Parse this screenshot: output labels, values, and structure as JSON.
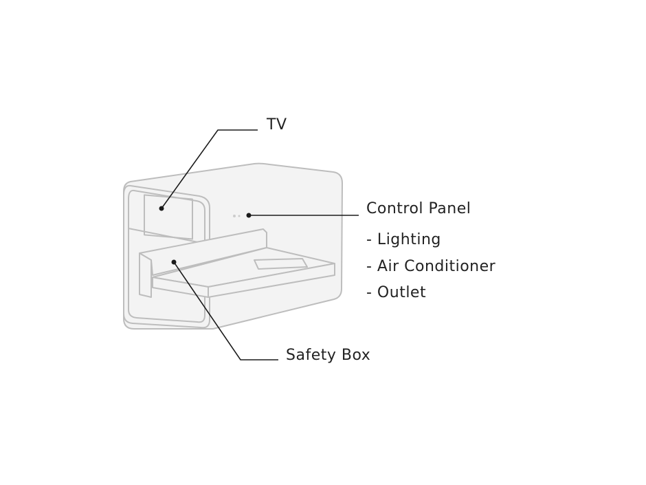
{
  "labels": {
    "tv": "TV",
    "control_panel": "Control Panel",
    "safety_box": "Safety Box"
  },
  "control_panel_items": [
    "- Lighting",
    "- Air Conditioner",
    "- Outlet"
  ],
  "colors": {
    "outline": "#b8b8b8",
    "fill": "#f3f3f3",
    "leader": "#1a1a1a"
  }
}
